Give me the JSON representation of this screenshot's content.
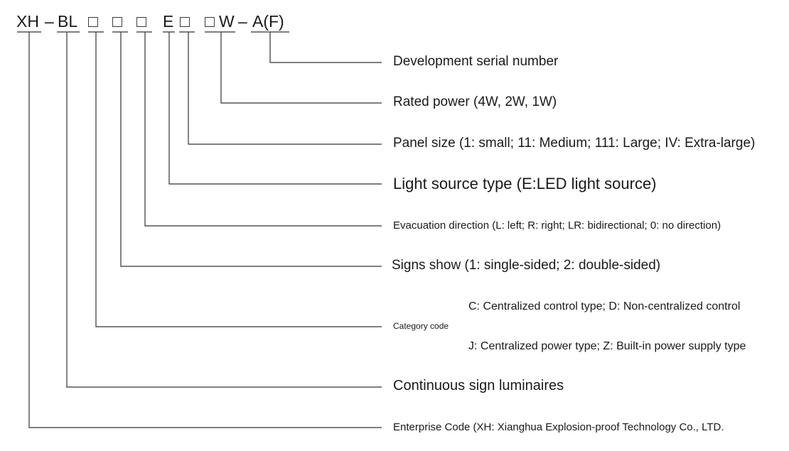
{
  "model_code": {
    "segments": [
      {
        "id": "enterprise",
        "text": "XH"
      },
      {
        "id": "dash1",
        "text": "–"
      },
      {
        "id": "luminaire",
        "text": "BL"
      },
      {
        "id": "category",
        "text": "□"
      },
      {
        "id": "signs",
        "text": "□"
      },
      {
        "id": "evacuation",
        "text": "□"
      },
      {
        "id": "light",
        "text": "E"
      },
      {
        "id": "panel",
        "text": "□"
      },
      {
        "id": "power_box",
        "text": "□"
      },
      {
        "id": "power_unit",
        "text": "W"
      },
      {
        "id": "dash2",
        "text": "–"
      },
      {
        "id": "serial",
        "text": "A(F)"
      }
    ]
  },
  "labels": [
    {
      "id": "serial",
      "text": "Development serial number"
    },
    {
      "id": "power",
      "text": "Rated power (4W, 2W, 1W)"
    },
    {
      "id": "panel",
      "text": "Panel size (1: small; 11: Medium; 111: Large; IV: Extra-large)"
    },
    {
      "id": "light",
      "text": "Light source type (E:LED light source)"
    },
    {
      "id": "evacuation",
      "text": "Evacuation direction (L: left; R: right; LR: bidirectional; 0: no direction)"
    },
    {
      "id": "signs",
      "text": "Signs show (1: single-sided; 2: double-sided)"
    },
    {
      "id": "category",
      "text": "Category code"
    },
    {
      "id": "luminaire",
      "text": "Continuous sign luminaires"
    },
    {
      "id": "enterprise",
      "text": "Enterprise Code (XH: Xianghua Explosion-proof Technology Co., LTD."
    }
  ],
  "category_details": [
    "C: Centralized control type; D: Non-centralized control",
    "J: Centralized power type; Z: Built-in power supply type"
  ]
}
